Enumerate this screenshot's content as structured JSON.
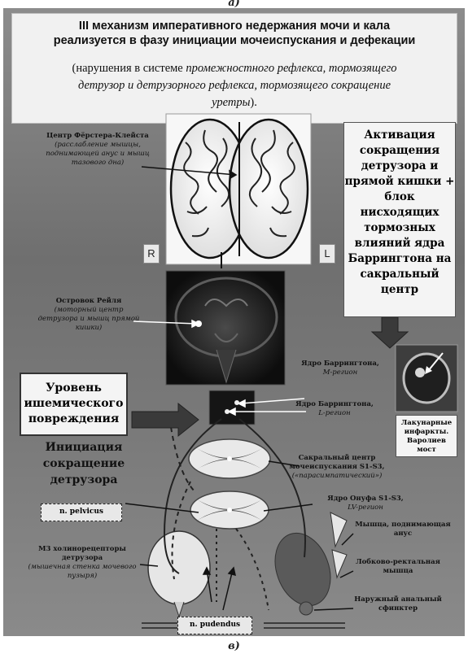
{
  "captions": {
    "top": "а)",
    "bottom": "в)"
  },
  "header": {
    "title_line1": "III механизм императивного недержания мочи и кала",
    "title_line2": "реализуется в фазу инициации мочеиспускания и дефекации",
    "sub_line1_a": "(нарушения в системе ",
    "sub_line1_b": "промежностного рефлекса, тормозящего",
    "sub_line2": "детрузор и детрузорного рефлекса, тормозящего сокращение",
    "sub_line3_a": "уретры",
    "sub_line3_b": ")."
  },
  "labels": {
    "forster_title": "Центр Фёрстера-Клейста",
    "forster_desc": "(расслабление мышцы, поднимающей анус и мышц тазового дна)",
    "reil_title": "Островок Рейля",
    "reil_desc": "(моторный центр детрузора и мышц прямой кишки)",
    "r_marker": "R",
    "l_marker": "L",
    "activation": "Активация сокращения детрузора и прямой кишки + блок нисходящих тормозных влияний ядра Баррингтона на сакральный центр",
    "barrington_m_title": "Ядро Баррингтона,",
    "barrington_m_desc": "M-регион",
    "barrington_l_title": "Ядро Баррингтона,",
    "barrington_l_desc": "L-регион",
    "ischemia": "Уровень ишемического повреждения",
    "lacunar": "Лакунарные инфаркты. Варолиев мост",
    "initiation": "Инициация сокращение детрузора",
    "sacral_title": "Сакральный центр мочеиспускания S1-S3,",
    "sacral_desc": "(«парасимпатический»)",
    "onuf_title": "Ядро Онуфа S1-S3,",
    "onuf_desc": "LV-регион",
    "pelvicus": "n. pelvicus",
    "pudendus": "n. pudendus",
    "m3_title": "М3 холинорецепторы детрузора",
    "m3_desc": "(мышечная стенка мочевого пузыря)",
    "levator": "Мышца, поднимающая анус",
    "puborectal": "Лобково-ректальная мышца",
    "sphincter": "Наружный анальный сфинктер"
  },
  "colors": {
    "panel": "#7a7a7a",
    "header": "#f1f1f1",
    "box": "#f4f4f4",
    "arrow": "#3a3a3a"
  }
}
